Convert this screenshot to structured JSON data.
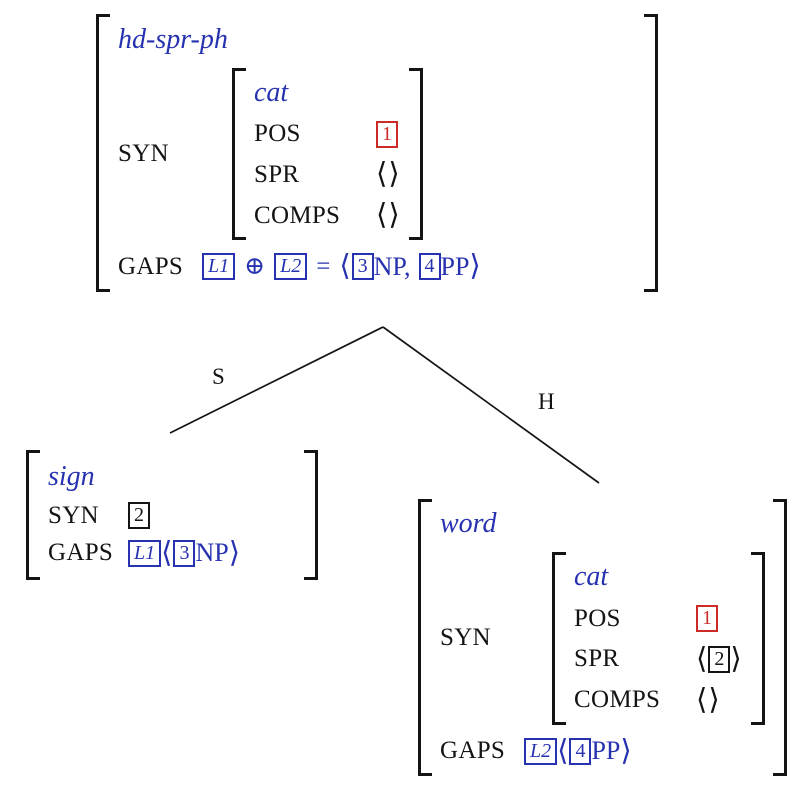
{
  "colors": {
    "accent_blue": "#2732b0",
    "accent_red": "#cc2a26",
    "ink": "#141414",
    "background": "#ffffff"
  },
  "edges": {
    "left_label": "S",
    "right_label": "H"
  },
  "mother": {
    "type": "hd-spr-ph",
    "syn_attr": "SYN",
    "syn_value": {
      "type": "cat",
      "pos_attr": "POS",
      "pos_tag": "1",
      "spr_attr": "SPR",
      "spr_value": "⟨⟩",
      "comps_attr": "COMPS",
      "comps_value": "⟨⟩"
    },
    "gaps_attr": "GAPS",
    "gaps_value": {
      "tag_l1": "L1",
      "oplus": "⊕",
      "tag_l2": "L2",
      "equals": "=",
      "open_angle": "⟨",
      "tag_3": "3",
      "np_comma": "NP,",
      "tag_4": "4",
      "pp": "PP",
      "close_angle": "⟩"
    }
  },
  "specifier_daughter": {
    "type": "sign",
    "syn_attr": "SYN",
    "syn_tag": "2",
    "gaps_attr": "GAPS",
    "gaps_value": {
      "tag_l1": "L1",
      "open_angle": "⟨",
      "tag_3": "3",
      "np": "NP",
      "close_angle": "⟩"
    }
  },
  "head_daughter": {
    "type": "word",
    "syn_attr": "SYN",
    "syn_value": {
      "type": "cat",
      "pos_attr": "POS",
      "pos_tag": "1",
      "spr_attr": "SPR",
      "spr_open": "⟨",
      "spr_tag": "2",
      "spr_close": "⟩",
      "comps_attr": "COMPS",
      "comps_value": "⟨⟩"
    },
    "gaps_attr": "GAPS",
    "gaps_value": {
      "tag_l2": "L2",
      "open_angle": "⟨",
      "tag_4": "4",
      "pp": "PP",
      "close_angle": "⟩"
    }
  }
}
